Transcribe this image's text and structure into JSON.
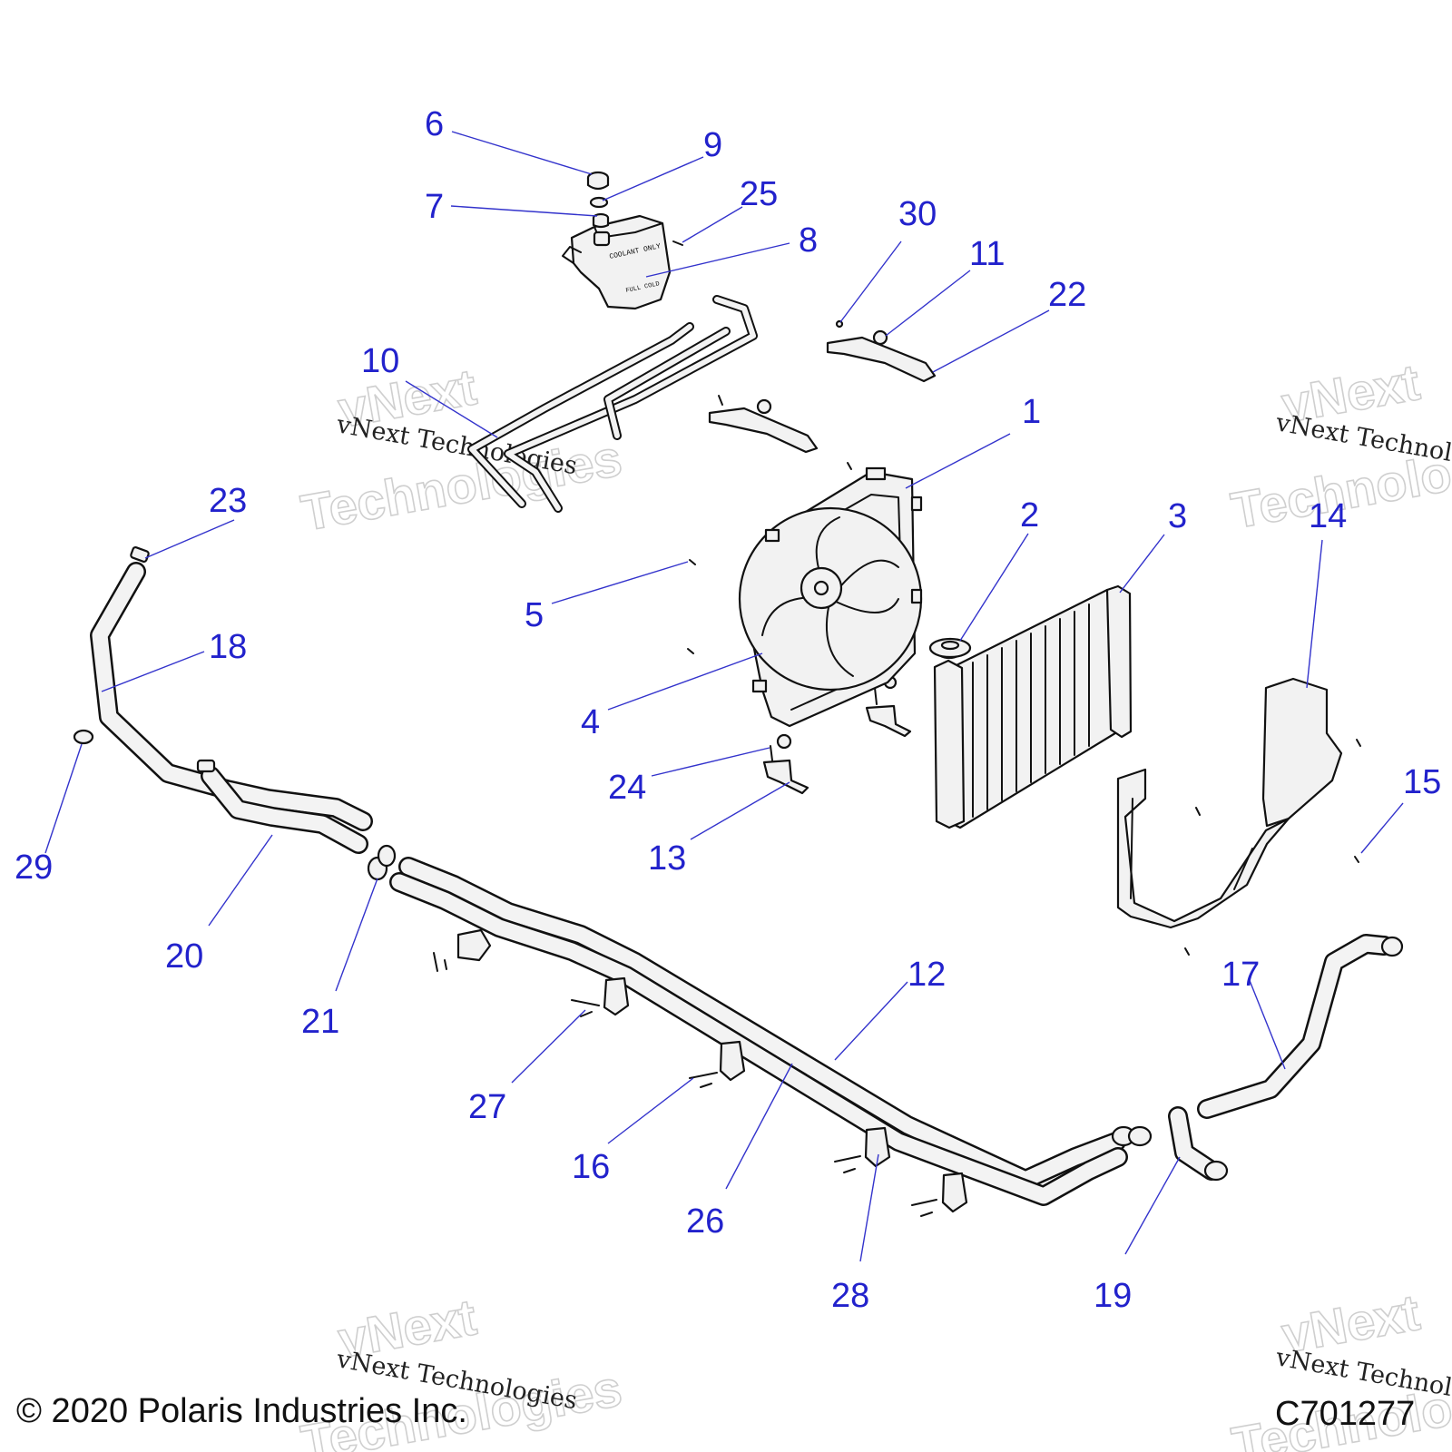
{
  "copyright": "© 2020 Polaris Industries Inc.",
  "diagram_id": "C701277",
  "watermark": {
    "script_text": "vNext Technologies",
    "outline_line1": "vNext",
    "outline_line2": "Technologies"
  },
  "callouts": {
    "c1": "1",
    "c2": "2",
    "c3": "3",
    "c4": "4",
    "c5": "5",
    "c6": "6",
    "c7": "7",
    "c8": "8",
    "c9": "9",
    "c10": "10",
    "c11": "11",
    "c12": "12",
    "c13": "13",
    "c14": "14",
    "c15": "15",
    "c16": "16",
    "c17": "17",
    "c18": "18",
    "c19": "19",
    "c20": "20",
    "c21": "21",
    "c22": "22",
    "c23": "23",
    "c24": "24",
    "c25": "25",
    "c26": "26",
    "c27": "27",
    "c28": "28",
    "c29": "29",
    "c30": "30"
  },
  "tank_labels": {
    "coolant_only": "COOLANT ONLY",
    "full_cold": "FULL COLD"
  }
}
